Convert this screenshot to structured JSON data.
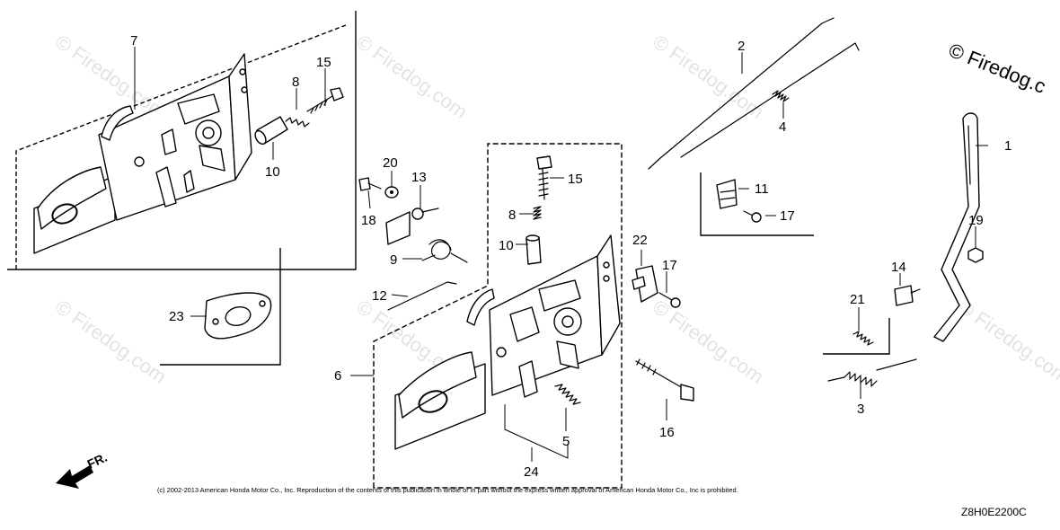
{
  "diagram": {
    "copyright": "(c) 2002-2013 American Honda Motor Co., Inc. Reproduction of the contents of this publication in whole or in part without the express written approval of American Honda Motor Co., Inc is prohibited.",
    "diagram_code": "Z8H0E2200C",
    "brand_mark": "© Firedog.c",
    "watermark": "© Firedog.com",
    "front_label": "FR.",
    "callouts": {
      "c7": "7",
      "c15a": "15",
      "c8a": "8",
      "c10a": "10",
      "c2": "2",
      "c4": "4",
      "c1": "1",
      "c20": "20",
      "c13": "13",
      "c18": "18",
      "c9": "9",
      "c15b": "15",
      "c8b": "8",
      "c10b": "10",
      "c11": "11",
      "c17a": "17",
      "c22": "22",
      "c17b": "17",
      "c19": "19",
      "c14": "14",
      "c12": "12",
      "c23": "23",
      "c21": "21",
      "c6": "6",
      "c16": "16",
      "c3": "3",
      "c5": "5",
      "c24": "24"
    }
  }
}
